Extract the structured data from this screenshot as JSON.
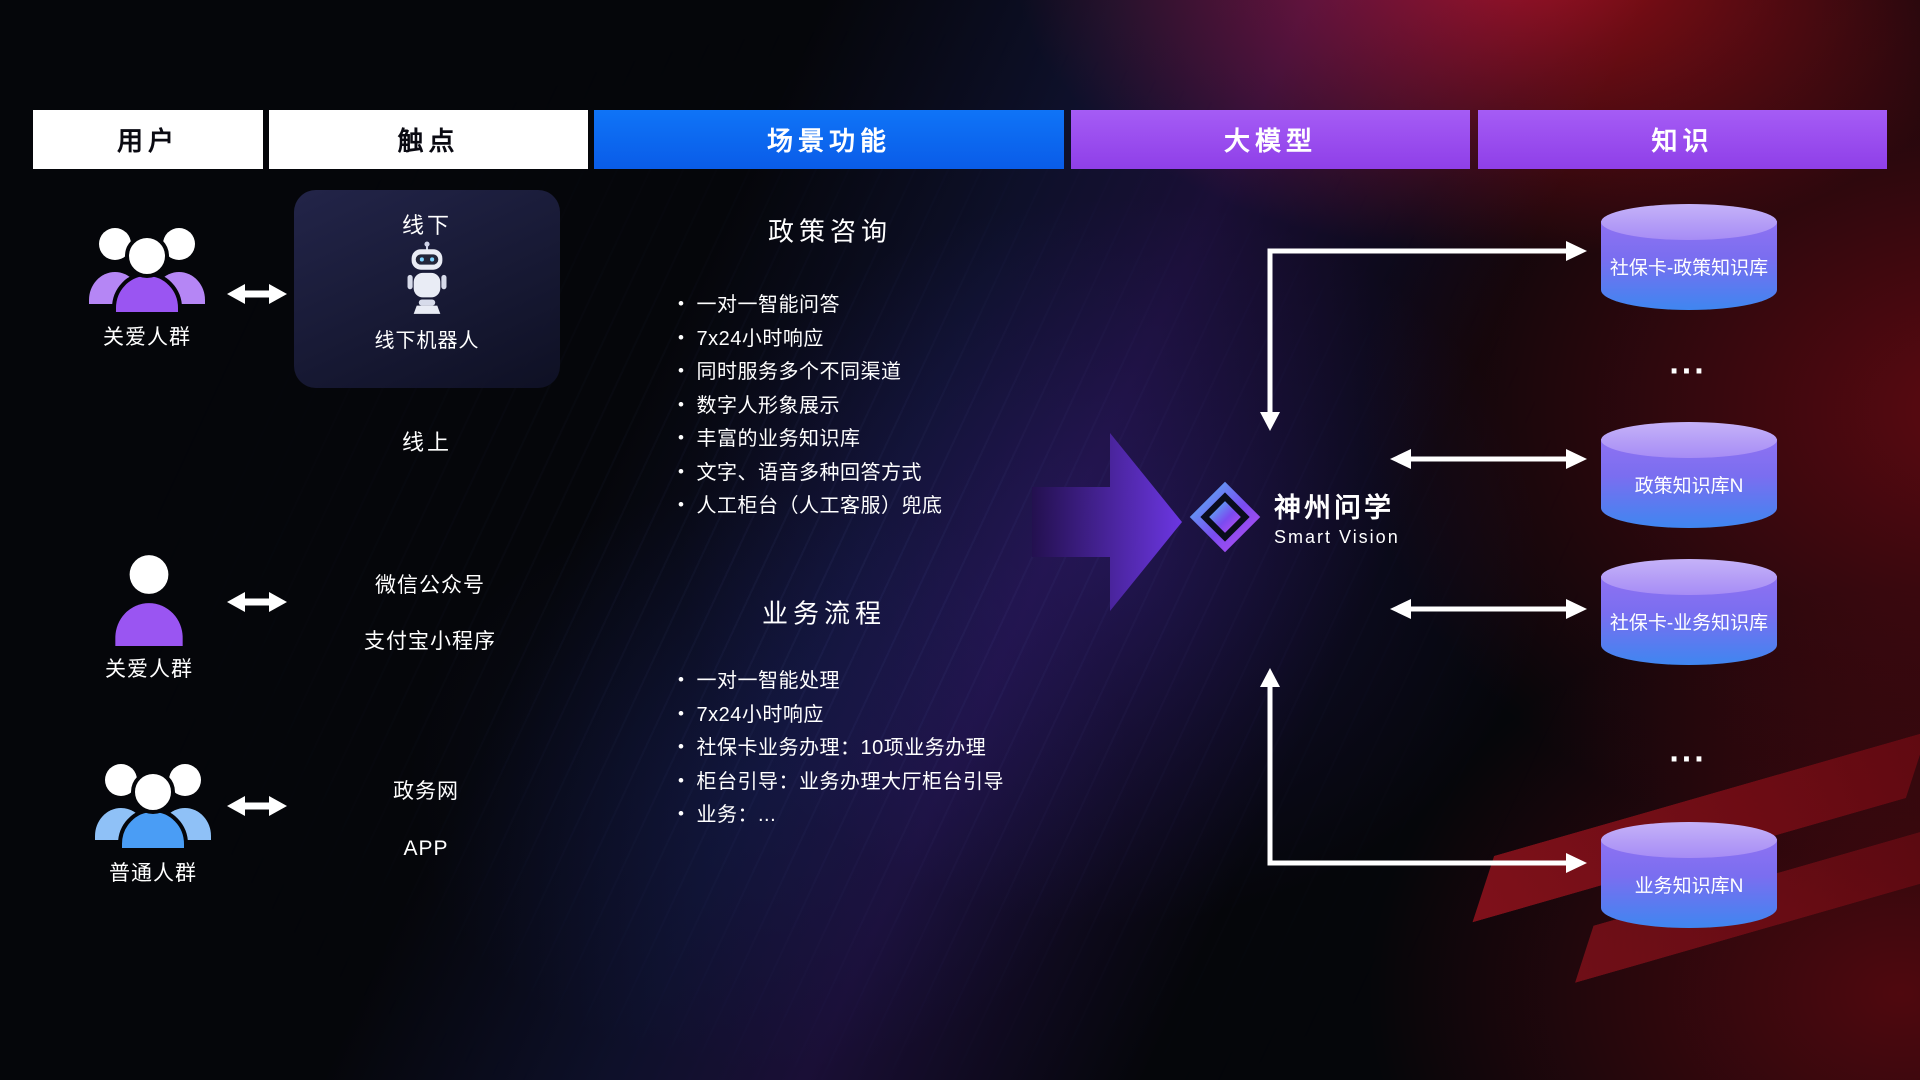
{
  "header": {
    "columns": [
      {
        "label": "用户"
      },
      {
        "label": "触点"
      },
      {
        "label": "场景功能"
      },
      {
        "label": "大模型"
      },
      {
        "label": "知识"
      }
    ]
  },
  "users": [
    {
      "label": "关爱人群"
    },
    {
      "label": "关爱人群"
    },
    {
      "label": "普通人群"
    }
  ],
  "touchpoints": {
    "offline_title": "线下",
    "offline_robot": "线下机器人",
    "online_title": "线上",
    "wechat": "微信公众号",
    "alipay": "支付宝小程序",
    "gov_web": "政务网",
    "app": "APP"
  },
  "scenarios": [
    {
      "title": "政策咨询",
      "items": [
        "一对一智能问答",
        "7x24小时响应",
        "同时服务多个不同渠道",
        "数字人形象展示",
        "丰富的业务知识库",
        "文字、语音多种回答方式",
        "人工柜台（人工客服）兜底"
      ]
    },
    {
      "title": "业务流程",
      "items": [
        "一对一智能处理",
        "7x24小时响应",
        "社保卡业务办理：10项业务办理",
        "柜台引导：业务办理大厅柜台引导",
        "业务：..."
      ]
    }
  ],
  "model": {
    "name": "神州问学",
    "subtitle": "Smart Vision"
  },
  "knowledge": {
    "db1": "社保卡-政策知识库",
    "ellipsis1": "...",
    "db2": "政策知识库N",
    "db3": "社保卡-业务知识库",
    "ellipsis2": "...",
    "db4": "业务知识库N"
  },
  "colors": {
    "scene_blue": "#0d6af0",
    "model_purple": "#9b4ff0",
    "db_top": "#b7a4f6",
    "db_body_top": "#8f72f2",
    "db_body_bottom": "#3f86f0",
    "user_purple": "#9a55f2",
    "user_blue": "#4a9df5",
    "accent_red": "#a3141f",
    "arrow_white": "#ffffff"
  }
}
